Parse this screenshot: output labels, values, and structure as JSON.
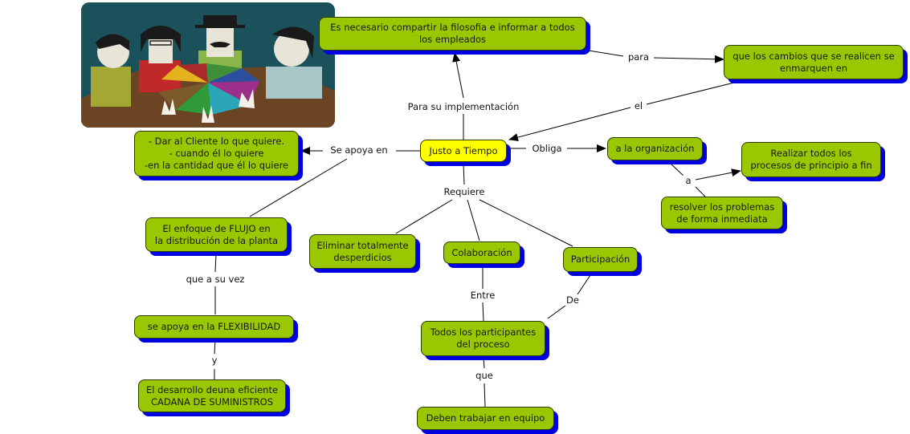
{
  "diagram": {
    "type": "concept-map",
    "illustration": "people-assembling-colorful-pie-pieces-around-table",
    "colors": {
      "node_fill": "#99c700",
      "central_fill": "#ffff00",
      "shadow": "#0000e0",
      "line": "#000000"
    },
    "nodes": {
      "central": "Justo a Tiempo",
      "compartir": "Es necesario compartir la filosofia e informar a todos\nlos empleados",
      "cambios": "que los cambios que se realicen se\nenmarquen en",
      "cliente": "- Dar al Cliente lo que quiere.\n- cuando él lo quiere\n-en la cantidad que él lo quiere",
      "organizacion": "a la organización",
      "procesos": "Realizar todos los\nprocesos de principio a fin",
      "problemas": "resolver los problemas\nde forma inmediata",
      "flujo": "El enfoque de FLUJO en\nla distribución de la planta",
      "flexibilidad": "se apoya en la FLEXIBILIDAD",
      "suministros": "El desarrollo deuna eficiente\nCADANA DE SUMINISTROS",
      "desperdicios": "Eliminar totalmente\ndesperdicios",
      "colaboracion": "Colaboración",
      "participacion": "Participación",
      "participantes": "Todos los participantes\ndel proceso",
      "equipo": "Deben trabajar en equipo"
    },
    "links": {
      "implementacion": "Para su implementación",
      "para": "para",
      "el": "el",
      "apoya": "Se  apoya en",
      "obliga": "Obliga",
      "a": "a",
      "requiere": "Requiere",
      "vez": "que a su vez",
      "y": "y",
      "entre": "Entre",
      "de": "De",
      "que": "que"
    }
  }
}
